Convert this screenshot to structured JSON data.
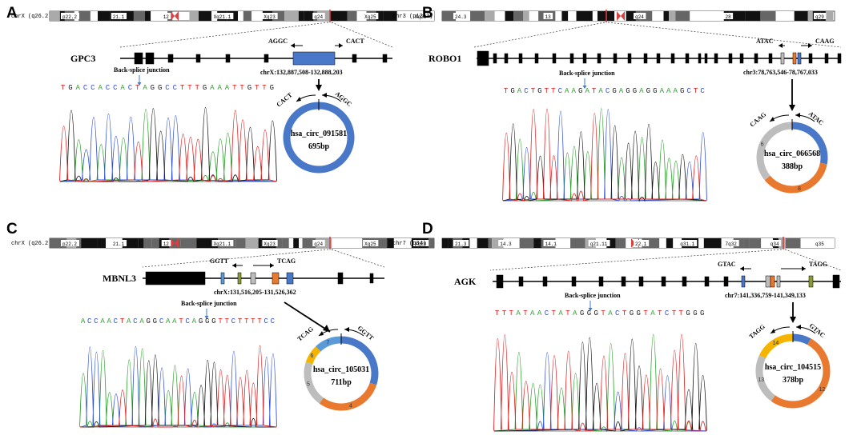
{
  "colors": {
    "exon_blue": "#4a78c8",
    "exon_orange": "#e8792f",
    "exon_yellow": "#f5b400",
    "exon_gray": "#bdbdbd",
    "exon_lightblue": "#5a9ad8",
    "exon_green": "#8a9a3a",
    "chrom_red": "#d94040",
    "trace_a": "#2aa12a",
    "trace_c": "#3050d8",
    "trace_g": "#1a1a1a",
    "trace_t": "#e02020",
    "bsj_arrow": "#3a7bd5"
  },
  "panels": [
    {
      "letter": "A",
      "chrom": {
        "name": "chrX (q26.2)",
        "bands": [
          "p22.2",
          "21.1",
          "12",
          "Xq21.1",
          "Xq23",
          "q24",
          "Xq25",
          "Xq28"
        ]
      },
      "gene": "GPC3",
      "primer_left": "AGGC",
      "primer_right": "CACT",
      "coord": "chrX:132,887,508-132,888,203",
      "bsj_label": "Back-splice junction",
      "sequence": "TGACCACCACTAGGCCTTTGAAATTGTTG",
      "circ": {
        "name": "hsa_circ_091581",
        "size": "695bp",
        "primer_left": "CACT",
        "primer_right": "AGGC",
        "segments": [
          {
            "color": "#4a78c8",
            "frac": 1.0,
            "label": ""
          }
        ]
      }
    },
    {
      "letter": "B",
      "chrom": {
        "name": "chr3 (p12.3)",
        "bands": [
          "24.3",
          "13",
          "q24",
          "28",
          "q29"
        ]
      },
      "gene": "ROBO1",
      "primer_left": "ATAC",
      "primer_right": "CAAG",
      "coord": "chr3:78,763,546-78,767,033",
      "bsj_label": "Back-splice junction",
      "sequence": "TGACTGTTCAAGATACGAGGAGGAAAGCTC",
      "circ": {
        "name": "hsa_circ_066568",
        "size": "388bp",
        "primer_left": "CAAG",
        "primer_right": "ATAC",
        "segments": [
          {
            "color": "#4a78c8",
            "frac": 0.28,
            "label": ""
          },
          {
            "color": "#e8792f",
            "frac": 0.36,
            "label": "8"
          },
          {
            "color": "#bdbdbd",
            "frac": 0.36,
            "label": "6"
          }
        ]
      }
    },
    {
      "letter": "C",
      "chrom": {
        "name": "chrX (q26.2)",
        "bands": [
          "p22.2",
          "21.1",
          "12",
          "Xq21.1",
          "Xq23",
          "q24",
          "Xq25",
          "Xq28"
        ]
      },
      "gene": "MBNL3",
      "primer_left": "GGTT",
      "primer_right": "TCAG",
      "coord": "chrX:131,516,205-131,526,362",
      "bsj_label": "Back-splice junction",
      "sequence": "ACCAACTACAGGCAATCAGGGTTCTTTTCC",
      "circ": {
        "name": "hsa_circ_105031",
        "size": "711bp",
        "primer_left": "TCAG",
        "primer_right": "GGTT",
        "segments": [
          {
            "color": "#4a78c8",
            "frac": 0.3,
            "label": ""
          },
          {
            "color": "#e8792f",
            "frac": 0.3,
            "label": "4"
          },
          {
            "color": "#bdbdbd",
            "frac": 0.2,
            "label": "5"
          },
          {
            "color": "#f5b400",
            "frac": 0.08,
            "label": "6"
          },
          {
            "color": "#5a9ad8",
            "frac": 0.12,
            "label": "7"
          }
        ]
      }
    },
    {
      "letter": "D",
      "chrom": {
        "name": "chr7 (q34)",
        "bands": [
          "21.3",
          "14.3",
          "14.1",
          "q21.11",
          "22.1",
          "q31.1",
          "7q32",
          "q34",
          "q35"
        ]
      },
      "gene": "AGK",
      "primer_left": "GTAC",
      "primer_right": "TAGG",
      "coord": "chr7:141,336,759-141,349,133",
      "bsj_label": "Back-splice junction",
      "sequence": "TTTATAACTATAGGGTACTGGTATCTTGGG",
      "circ": {
        "name": "hsa_circ_104515",
        "size": "378bp",
        "primer_left": "TAGG",
        "primer_right": "GTAC",
        "segments": [
          {
            "color": "#4a78c8",
            "frac": 0.08,
            "label": ""
          },
          {
            "color": "#e8792f",
            "frac": 0.52,
            "label": "12"
          },
          {
            "color": "#bdbdbd",
            "frac": 0.22,
            "label": "13"
          },
          {
            "color": "#f5b400",
            "frac": 0.18,
            "label": "14"
          }
        ]
      }
    }
  ]
}
